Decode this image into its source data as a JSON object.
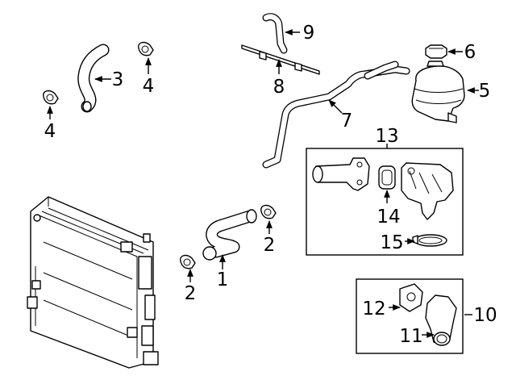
{
  "callouts": [
    {
      "id": "1",
      "text": "1"
    },
    {
      "id": "2a",
      "text": "2"
    },
    {
      "id": "2b",
      "text": "2"
    },
    {
      "id": "3",
      "text": "3"
    },
    {
      "id": "4a",
      "text": "4"
    },
    {
      "id": "4b",
      "text": "4"
    },
    {
      "id": "5",
      "text": "5"
    },
    {
      "id": "6",
      "text": "6"
    },
    {
      "id": "7",
      "text": "7"
    },
    {
      "id": "8",
      "text": "8"
    },
    {
      "id": "9",
      "text": "9"
    },
    {
      "id": "10",
      "text": "10"
    },
    {
      "id": "11",
      "text": "11"
    },
    {
      "id": "12",
      "text": "12"
    },
    {
      "id": "13",
      "text": "13"
    },
    {
      "id": "14",
      "text": "14"
    },
    {
      "id": "15",
      "text": "15"
    }
  ]
}
